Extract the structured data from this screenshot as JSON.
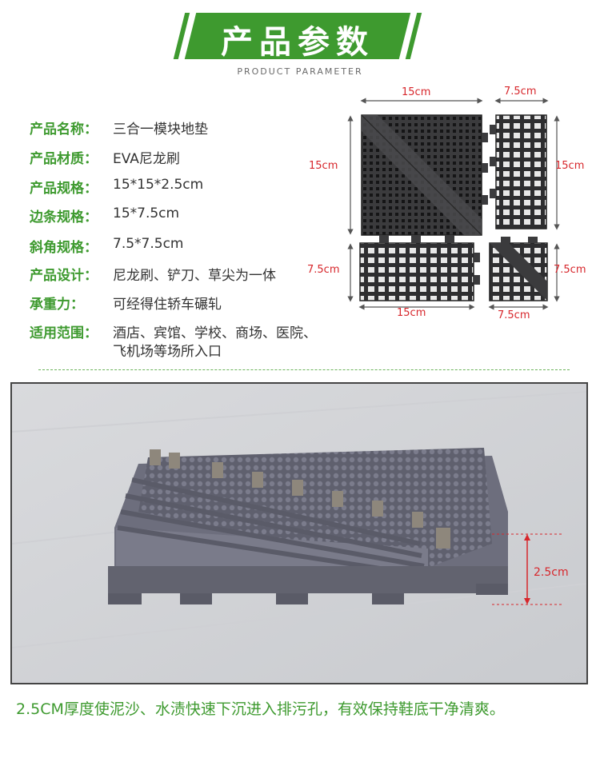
{
  "header": {
    "title": "产品参数",
    "subtitle": "PRODUCT PARAMETER"
  },
  "specs": [
    {
      "key": "产品名称：",
      "value": "三合一模块地垫"
    },
    {
      "key": "产品材质：",
      "value": "EVA尼龙刷"
    },
    {
      "key": "产品规格：",
      "value": "15*15*2.5cm"
    },
    {
      "key": "边条规格：",
      "value": "15*7.5cm"
    },
    {
      "key": "斜角规格：",
      "value": "7.5*7.5cm"
    },
    {
      "key": "产品设计：",
      "value": "尼龙刷、铲刀、草尖为一体"
    },
    {
      "key": "承重力：",
      "value": "可经得住轿车碾轧"
    },
    {
      "key": "适用范围：",
      "value": "酒店、宾馆、学校、商场、医院、",
      "value2": "飞机场等场所入口"
    }
  ],
  "dimensions": {
    "main_top": "15cm",
    "main_left": "15cm",
    "edge_top": "7.5cm",
    "edge_right": "15cm",
    "bottom_left": "7.5cm",
    "bottom_width": "15cm",
    "corner_right": "7.5cm",
    "corner_bottom": "7.5cm"
  },
  "photo": {
    "thickness_label": "2.5cm"
  },
  "caption": "2.5CM厚度使泥沙、水渍快速下沉进入排污孔，有效保持鞋底干净清爽。",
  "colors": {
    "accent_green": "#3e9a2f",
    "dimension_red": "#d7262b",
    "tile_dark": "#3b3b3d",
    "photo_gray": "#6d6e7d"
  }
}
